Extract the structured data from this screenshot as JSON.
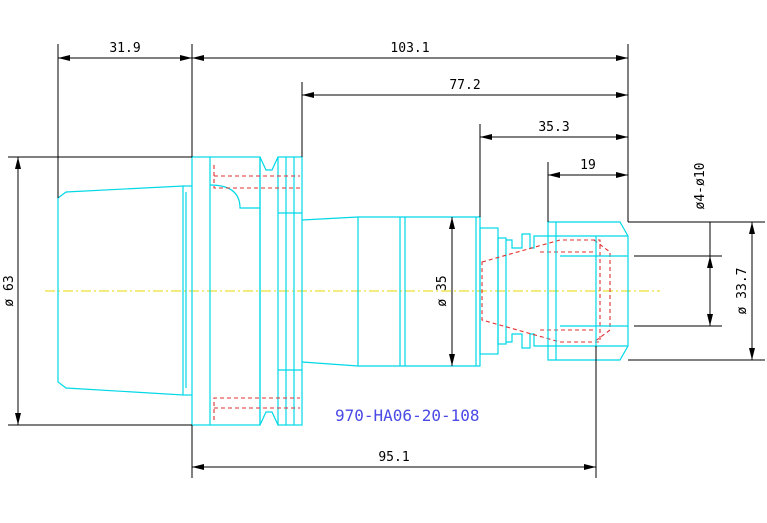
{
  "title": "",
  "part_number": "970-HA06-20-108",
  "colors": {
    "outline": "#00d8e6",
    "hidden": "#e03030",
    "dimension": "#000000",
    "centerline": "#e6d800",
    "part_number": "#4a4ae6",
    "background": "#ffffff"
  },
  "dimensions": {
    "taper_length": "31.9",
    "overall_length": "103.1",
    "flange_to_end": "77.2",
    "body_to_end": "35.3",
    "nut_length": "19",
    "gauge_to_nut": "95.1",
    "flange_diameter": "ø 63",
    "body_diameter": "ø 35",
    "nut_diameter": "ø 33.7",
    "clamping_range": "ø4-ø10"
  }
}
